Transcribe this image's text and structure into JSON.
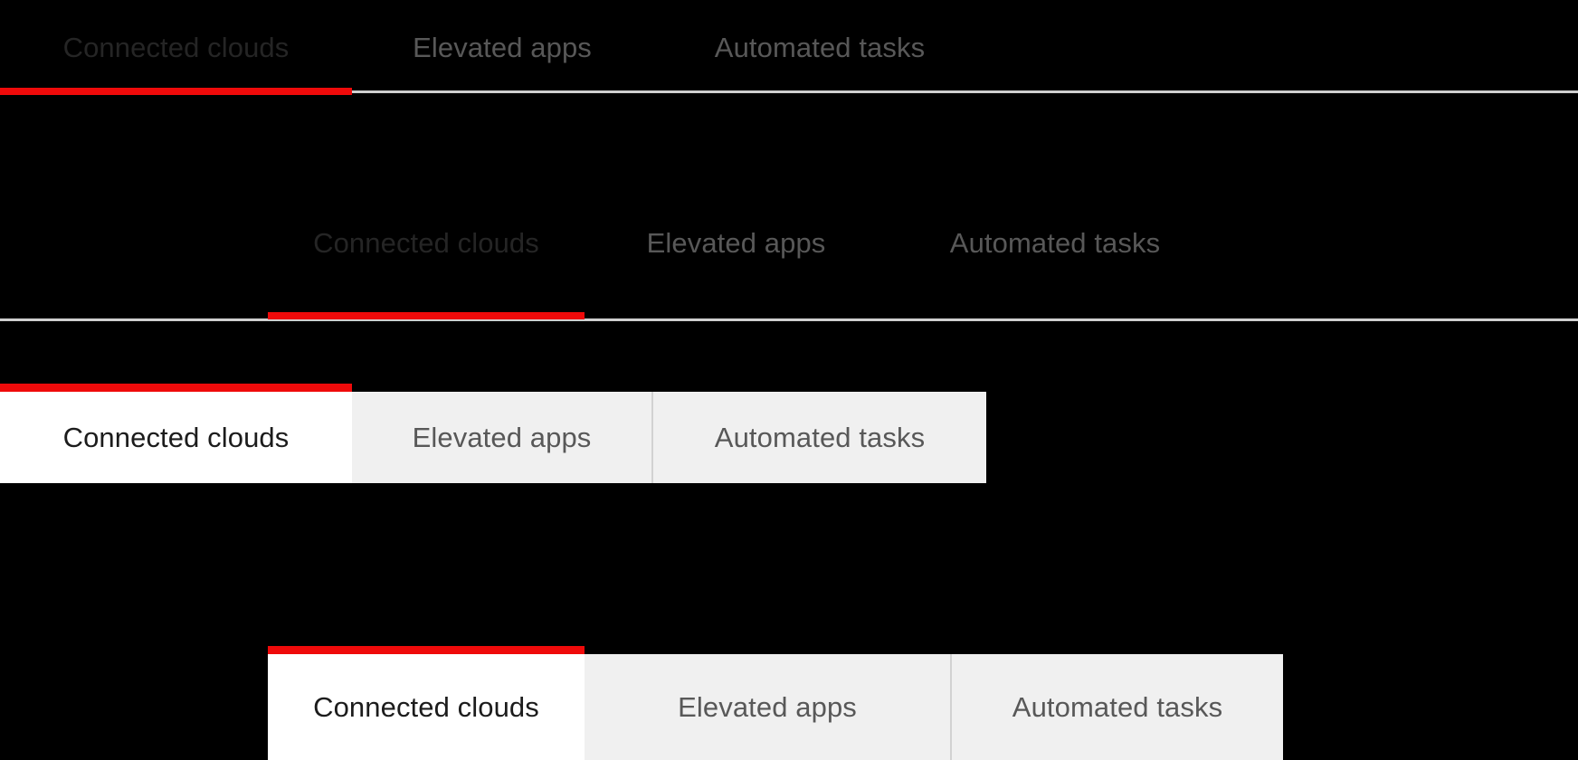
{
  "theme": {
    "background": "#000000",
    "accent_red": "#ef0a0a",
    "rule_gray": "#cfcfcf",
    "inactive_tab_bg": "#f0f0f0",
    "active_tab_bg": "#ffffff",
    "active_text_on_dark": "#252525",
    "inactive_text_on_dark": "#585858",
    "active_text_on_light": "#1c1c1c",
    "inactive_text_on_light": "#585858"
  },
  "tab_groups": [
    {
      "id": "group1",
      "style": "underline",
      "alignment": "left",
      "tabs": [
        {
          "label": "Connected clouds",
          "state": "active"
        },
        {
          "label": "Elevated apps",
          "state": "inactive"
        },
        {
          "label": "Automated tasks",
          "state": "inactive"
        }
      ]
    },
    {
      "id": "group2",
      "style": "underline",
      "alignment": "indented",
      "tabs": [
        {
          "label": "Connected clouds",
          "state": "active"
        },
        {
          "label": "Elevated apps",
          "state": "inactive"
        },
        {
          "label": "Automated tasks",
          "state": "inactive"
        }
      ]
    },
    {
      "id": "group3",
      "style": "boxed",
      "alignment": "left",
      "tabs": [
        {
          "label": "Connected clouds",
          "state": "active"
        },
        {
          "label": "Elevated apps",
          "state": "inactive"
        },
        {
          "label": "Automated tasks",
          "state": "inactive"
        }
      ]
    },
    {
      "id": "group4",
      "style": "boxed",
      "alignment": "indented",
      "tabs": [
        {
          "label": "Connected clouds",
          "state": "active"
        },
        {
          "label": "Elevated apps",
          "state": "inactive"
        },
        {
          "label": "Automated tasks",
          "state": "inactive"
        }
      ]
    }
  ]
}
